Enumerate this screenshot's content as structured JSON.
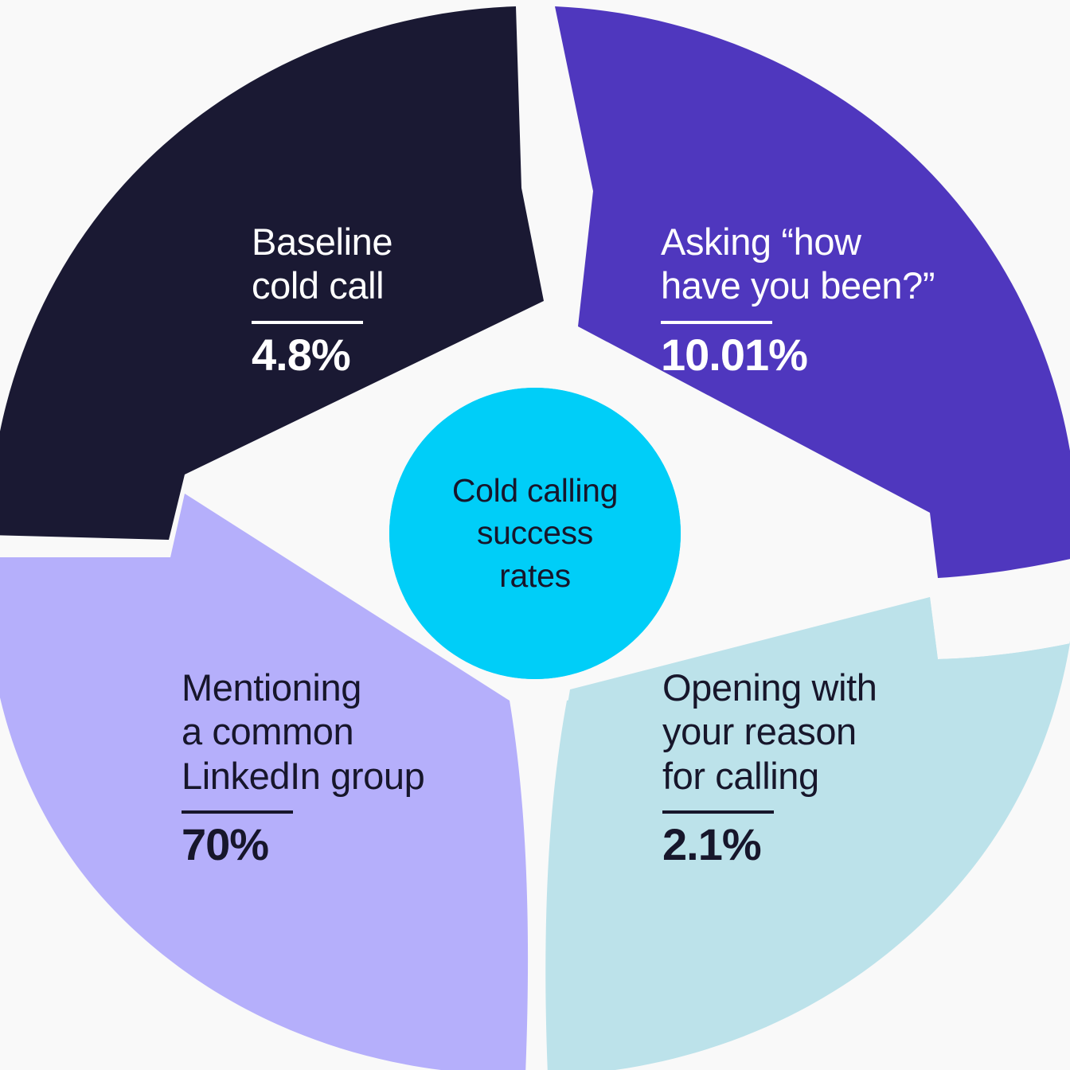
{
  "background_color": "#F9F9F9",
  "center": {
    "label": "Cold calling\nsuccess\nrates",
    "fill": "#00CEF8",
    "text_color": "#17162B"
  },
  "chart_data": {
    "type": "pie",
    "title": "Cold calling success rates",
    "subtitle": "",
    "xlabel": "",
    "ylabel": "",
    "legend_position": "in-slice",
    "grid": false,
    "note": "Donut-style infographic: four equal-sized petal segments, each annotated with a tactic and its reported cold-call success rate. Segment sizes are decorative (equal quarters), not proportional to the values.",
    "categories": [
      "Baseline cold call",
      "Asking “how have you been?”",
      "Mentioning a common LinkedIn group",
      "Opening with your reason for calling"
    ],
    "values": [
      4.8,
      10.01,
      70,
      2.1
    ],
    "value_labels": [
      "4.8%",
      "10.01%",
      "70%",
      "2.1%"
    ],
    "unit": "%",
    "colors": [
      "#1A1933",
      "#4F37BE",
      "#B5AFFB",
      "#BCE2EA"
    ],
    "slices": [
      {
        "id": "baseline-cold-call",
        "position": "top-left",
        "title": "Baseline\ncold call",
        "value": 4.8,
        "value_label": "4.8%",
        "fill": "#1A1933",
        "text_color": "#FFFFFF"
      },
      {
        "id": "asking-how-have-you-been",
        "position": "top-right",
        "title": "Asking “how\nhave you been?”",
        "value": 10.01,
        "value_label": "10.01%",
        "fill": "#4F37BE",
        "text_color": "#FFFFFF"
      },
      {
        "id": "mentioning-common-linkedin-group",
        "position": "bottom-left",
        "title": "Mentioning\na common\nLinkedIn group",
        "value": 70,
        "value_label": "70%",
        "fill": "#B5AFFB",
        "text_color": "#17162B"
      },
      {
        "id": "opening-with-your-reason-for-calling",
        "position": "bottom-right",
        "title": "Opening with\nyour reason\nfor calling",
        "value": 2.1,
        "value_label": "2.1%",
        "fill": "#BCE2EA",
        "text_color": "#17162B"
      }
    ]
  }
}
